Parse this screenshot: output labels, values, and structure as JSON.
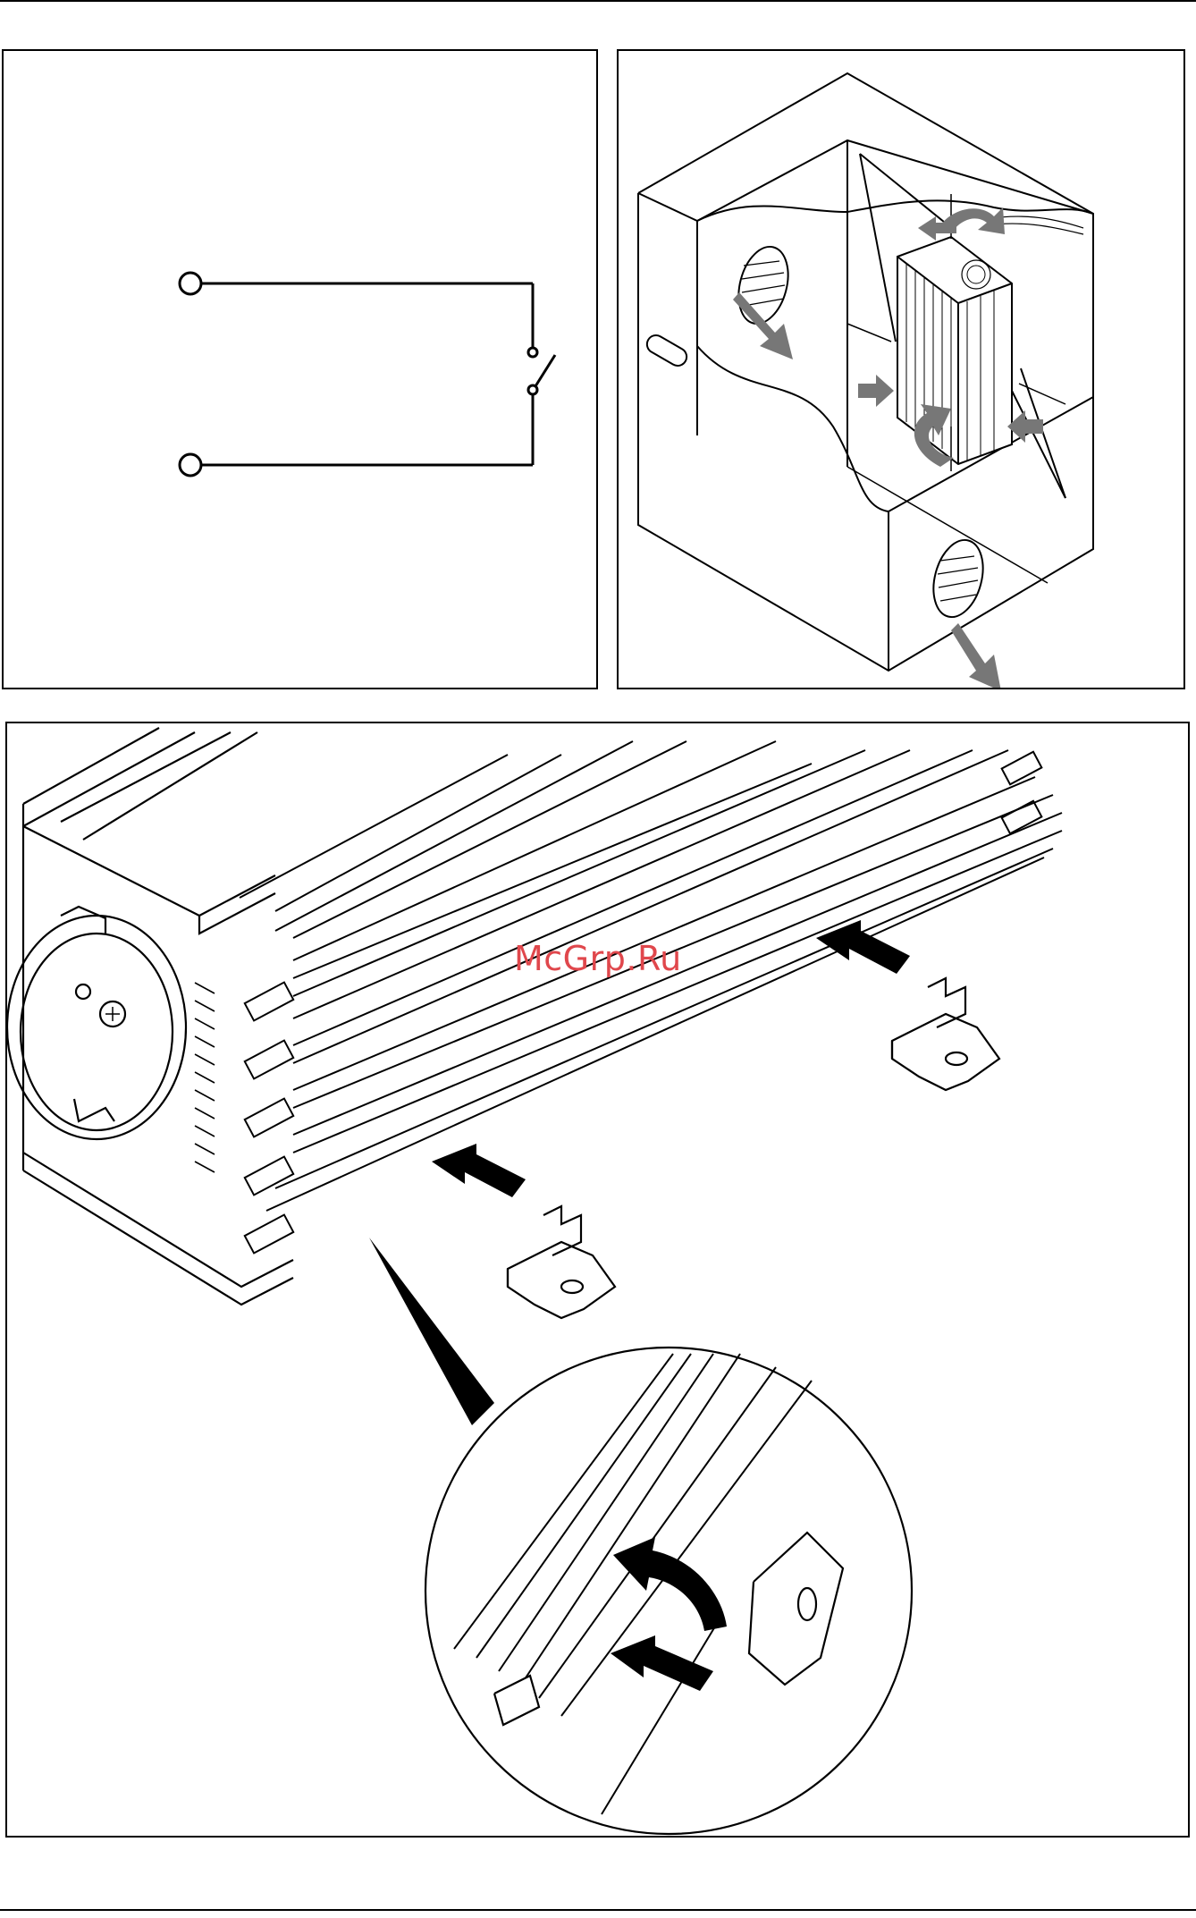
{
  "watermark": {
    "text": "McGrp.Ru",
    "color": "#e0474c"
  },
  "figures": {
    "switch_diagram": {
      "icon": "switch-schematic"
    },
    "cabinet_mounting": {
      "icon": "ventilation-cabinet"
    },
    "bracket_mounting": {
      "icon": "inverter-bracket-assembly"
    }
  }
}
